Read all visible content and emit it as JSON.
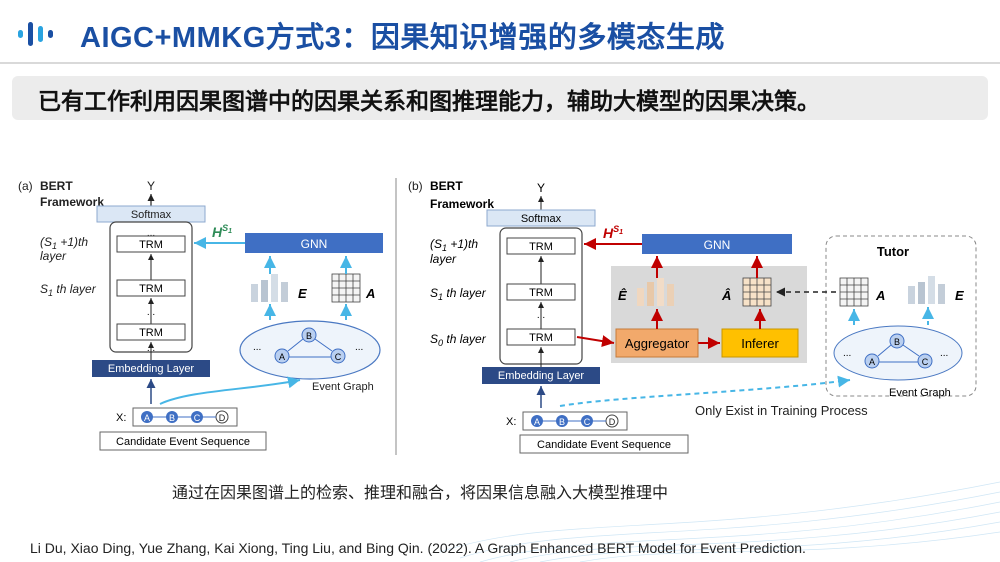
{
  "header": {
    "title": "AIGC+MMKG方式3：因果知识增强的多模态生成",
    "logo_icon": "bars-logo-icon",
    "accent_color": "#1a4fa3"
  },
  "banner": {
    "text": "已有工作利用因果图谱中的因果关系和图推理能力，辅助大模型的因果决策。"
  },
  "diagram_a": {
    "panel_label": "(a)",
    "framework_line1": "BERT",
    "framework_line2": "Framework",
    "y_label": "Y",
    "softmax": "Softmax",
    "trm": "TRM",
    "dots": "...",
    "layer_top_1": "(S",
    "layer_top_sub": "1",
    "layer_top_2": " +1)th",
    "layer_top_3": "layer",
    "layer_mid_1": "S",
    "layer_mid_sub": "1",
    "layer_mid_2": " th layer",
    "gnn": "GNN",
    "h_label": "H",
    "h_sup": "S",
    "h_sup_sub": "1",
    "e_label": "E",
    "a_label": "A",
    "embedding": "Embedding Layer",
    "event_graph": "Event Graph",
    "x_label": "X:",
    "nodes": [
      "A",
      "B",
      "C",
      "D"
    ],
    "candidate": "Candidate Event Sequence"
  },
  "diagram_b": {
    "panel_label": "(b)",
    "framework_line1": "BERT",
    "framework_line2": "Framework",
    "y_label": "Y",
    "softmax": "Softmax",
    "trm": "TRM",
    "dots": "...",
    "layer_top_1": "(S",
    "layer_top_sub": "1",
    "layer_top_2": " +1)th",
    "layer_top_3": "layer",
    "layer_mid_1": "S",
    "layer_mid_sub": "1",
    "layer_mid_2": " th layer",
    "layer_low_1": "S",
    "layer_low_sub": "0",
    "layer_low_2": " th layer",
    "gnn": "GNN",
    "h_label": "H",
    "h_sup": "S",
    "h_sup_sub": "1",
    "e_hat": "Ê",
    "a_hat": "Â",
    "aggregator": "Aggregator",
    "inferer": "Inferer",
    "tutor": "Tutor",
    "e_label": "E",
    "a_label": "A",
    "embedding": "Embedding Layer",
    "event_graph": "Event Graph",
    "training_note": "Only Exist in Training Process",
    "x_label": "X:",
    "nodes": [
      "A",
      "B",
      "C",
      "D"
    ],
    "candidate": "Candidate Event Sequence"
  },
  "caption": "通过在因果图谱上的检索、推理和融合，将因果信息融入大模型推理中",
  "reference": "Li Du, Xiao Ding, Yue Zhang, Kai Xiong, Ting Liu, and Bing Qin. (2022). A Graph Enhanced BERT Model for Event Prediction.",
  "colors": {
    "gnn_blue": "#3f6fc4",
    "embedding_navy": "#2c4a86",
    "red_arrow": "#c00000",
    "aggregator_orange": "#f2a96b",
    "inferer_yellow": "#ffc000",
    "light_blue": "#47b6e6",
    "gray_panel": "#d9d9d9"
  }
}
